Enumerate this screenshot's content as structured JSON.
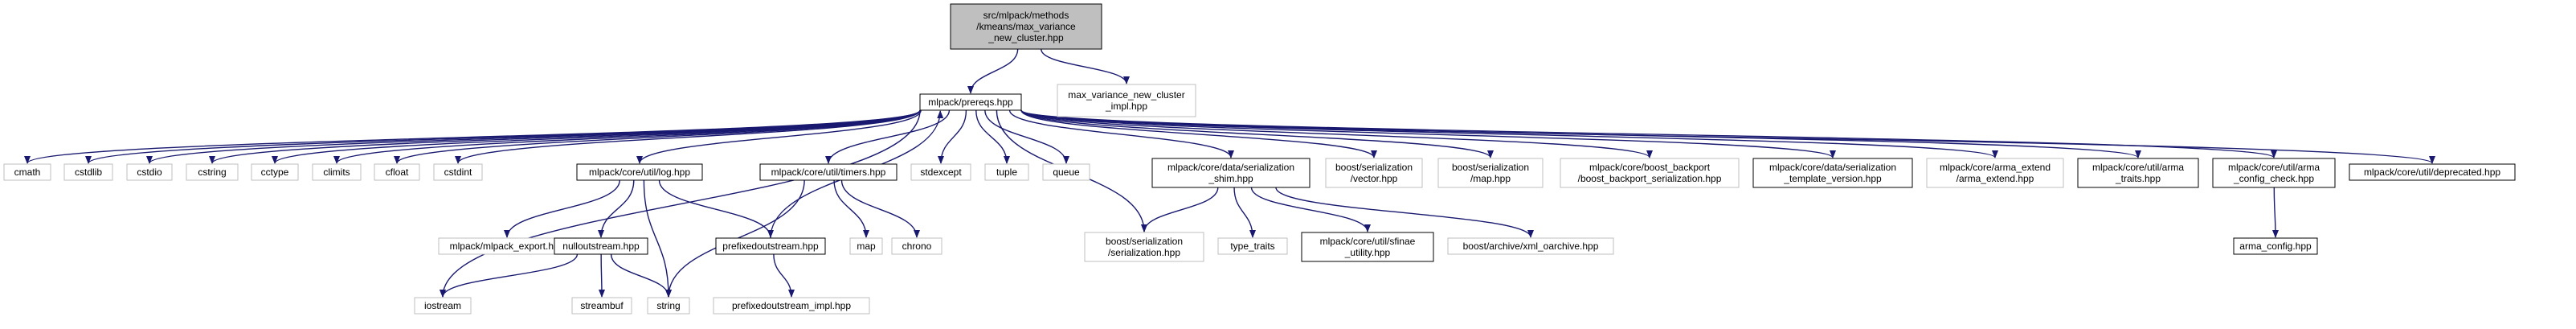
{
  "colors": {
    "edge": "#191970",
    "root_fill": "#bfbfbf",
    "documented_fill": "#ffffff",
    "documented_stroke": "#000000",
    "external_stroke": "#bfbfbf"
  },
  "nodes": {
    "root": {
      "lines": [
        "src/mlpack/methods",
        "/kmeans/max_variance",
        "_new_cluster.hpp"
      ],
      "kind": "root"
    },
    "impl": {
      "lines": [
        "max_variance_new_cluster",
        "_impl.hpp"
      ],
      "kind": "external"
    },
    "prereqs": {
      "lines": [
        "mlpack/prereqs.hpp"
      ],
      "kind": "documented"
    },
    "cmath": {
      "lines": [
        "cmath"
      ],
      "kind": "external"
    },
    "cstdlib": {
      "lines": [
        "cstdlib"
      ],
      "kind": "external"
    },
    "cstdio": {
      "lines": [
        "cstdio"
      ],
      "kind": "external"
    },
    "cstring": {
      "lines": [
        "cstring"
      ],
      "kind": "external"
    },
    "cctype": {
      "lines": [
        "cctype"
      ],
      "kind": "external"
    },
    "climits": {
      "lines": [
        "climits"
      ],
      "kind": "external"
    },
    "cfloat": {
      "lines": [
        "cfloat"
      ],
      "kind": "external"
    },
    "cstdint": {
      "lines": [
        "cstdint"
      ],
      "kind": "external"
    },
    "log": {
      "lines": [
        "mlpack/core/util/log.hpp"
      ],
      "kind": "documented"
    },
    "timers": {
      "lines": [
        "mlpack/core/util/timers.hpp"
      ],
      "kind": "documented"
    },
    "stdexcept": {
      "lines": [
        "stdexcept"
      ],
      "kind": "external"
    },
    "tuple": {
      "lines": [
        "tuple"
      ],
      "kind": "external"
    },
    "queue": {
      "lines": [
        "queue"
      ],
      "kind": "external"
    },
    "serial_shim": {
      "lines": [
        "mlpack/core/data/serialization",
        "_shim.hpp"
      ],
      "kind": "documented"
    },
    "boost_vector": {
      "lines": [
        "boost/serialization",
        "/vector.hpp"
      ],
      "kind": "external"
    },
    "boost_map": {
      "lines": [
        "boost/serialization",
        "/map.hpp"
      ],
      "kind": "external"
    },
    "backport": {
      "lines": [
        "mlpack/core/boost_backport",
        "/boost_backport_serialization.hpp"
      ],
      "kind": "external"
    },
    "template_version": {
      "lines": [
        "mlpack/core/data/serialization",
        "_template_version.hpp"
      ],
      "kind": "documented"
    },
    "arma_extend": {
      "lines": [
        "mlpack/core/arma_extend",
        "/arma_extend.hpp"
      ],
      "kind": "external"
    },
    "arma_traits": {
      "lines": [
        "mlpack/core/util/arma",
        "_traits.hpp"
      ],
      "kind": "documented"
    },
    "arma_config_check": {
      "lines": [
        "mlpack/core/util/arma",
        "_config_check.hpp"
      ],
      "kind": "documented"
    },
    "deprecated": {
      "lines": [
        "mlpack/core/util/deprecated.hpp"
      ],
      "kind": "documented"
    },
    "mlpack_export": {
      "lines": [
        "mlpack/mlpack_export.hpp"
      ],
      "kind": "external"
    },
    "nulloutstream": {
      "lines": [
        "nulloutstream.hpp"
      ],
      "kind": "documented"
    },
    "prefixedoutstream": {
      "lines": [
        "prefixedoutstream.hpp"
      ],
      "kind": "documented"
    },
    "map": {
      "lines": [
        "map"
      ],
      "kind": "external"
    },
    "chrono": {
      "lines": [
        "chrono"
      ],
      "kind": "external"
    },
    "boost_serialization": {
      "lines": [
        "boost/serialization",
        "/serialization.hpp"
      ],
      "kind": "external"
    },
    "type_traits": {
      "lines": [
        "type_traits"
      ],
      "kind": "external"
    },
    "sfinae": {
      "lines": [
        "mlpack/core/util/sfinae",
        "_utility.hpp"
      ],
      "kind": "documented"
    },
    "xml_oarchive": {
      "lines": [
        "boost/archive/xml_oarchive.hpp"
      ],
      "kind": "external"
    },
    "arma_config": {
      "lines": [
        "arma_config.hpp"
      ],
      "kind": "documented"
    },
    "iostream": {
      "lines": [
        "iostream"
      ],
      "kind": "external"
    },
    "streambuf": {
      "lines": [
        "streambuf"
      ],
      "kind": "external"
    },
    "string": {
      "lines": [
        "string"
      ],
      "kind": "external"
    },
    "prefixed_impl": {
      "lines": [
        "prefixedoutstream_impl.hpp"
      ],
      "kind": "external"
    }
  }
}
